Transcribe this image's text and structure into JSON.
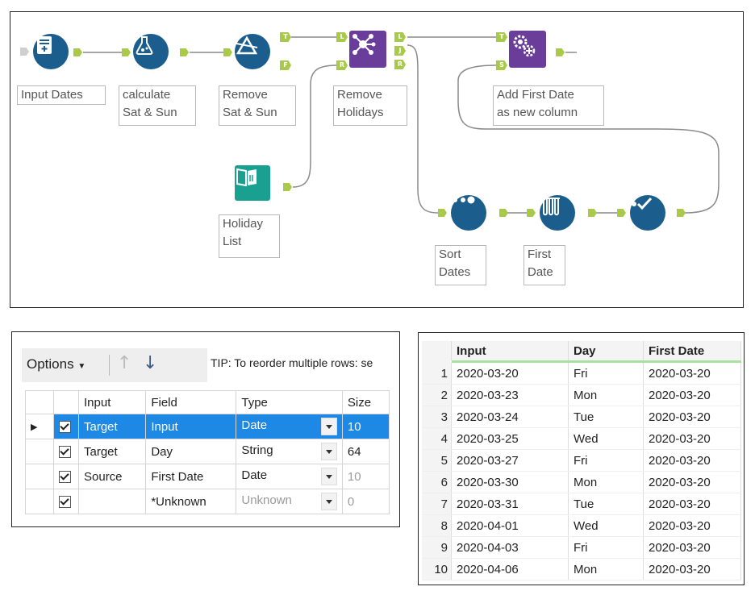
{
  "workflow": {
    "tools": [
      {
        "id": "input",
        "label": "Input Dates",
        "icon": "book-input-icon"
      },
      {
        "id": "formula",
        "label": "calculate\nSat & Sun",
        "icon": "flask-icon"
      },
      {
        "id": "filter",
        "label": "Remove\nSat & Sun",
        "icon": "filter-triangle-icon"
      },
      {
        "id": "join",
        "label": "Remove\nHolidays",
        "icon": "join-network-icon"
      },
      {
        "id": "append",
        "label": "Add First Date\nas new column",
        "icon": "gears-icon"
      },
      {
        "id": "text",
        "label": "Holiday\nList",
        "icon": "open-book-icon"
      },
      {
        "id": "sort",
        "label": "Sort\nDates",
        "icon": "dots-icon"
      },
      {
        "id": "sample",
        "label": "First\nDate",
        "icon": "test-tubes-icon"
      },
      {
        "id": "select",
        "label": "",
        "icon": "checkmark-icon"
      }
    ],
    "anchors": {
      "t": "T",
      "f": "F",
      "l": "L",
      "r": "R",
      "j": "J",
      "s": "S"
    }
  },
  "config": {
    "options_label": "Options",
    "tip": "TIP: To reorder multiple rows: se",
    "columns": [
      "Input",
      "Field",
      "Type",
      "Size"
    ],
    "rows": [
      {
        "checked": true,
        "input": "Target",
        "field": "Input",
        "type": "Date",
        "size": "10",
        "selected": true,
        "muted": false
      },
      {
        "checked": true,
        "input": "Target",
        "field": "Day",
        "type": "String",
        "size": "64",
        "selected": false,
        "muted": false
      },
      {
        "checked": true,
        "input": "Source",
        "field": "First Date",
        "type": "Date",
        "size": "10",
        "selected": false,
        "muted": "size"
      },
      {
        "checked": true,
        "input": "",
        "field": "*Unknown",
        "type": "Unknown",
        "size": "0",
        "selected": false,
        "muted": "type"
      }
    ]
  },
  "results": {
    "columns": [
      "Input",
      "Day",
      "First Date"
    ],
    "rows": [
      [
        "1",
        "2020-03-20",
        "Fri",
        "2020-03-20"
      ],
      [
        "2",
        "2020-03-23",
        "Mon",
        "2020-03-20"
      ],
      [
        "3",
        "2020-03-24",
        "Tue",
        "2020-03-20"
      ],
      [
        "4",
        "2020-03-25",
        "Wed",
        "2020-03-20"
      ],
      [
        "5",
        "2020-03-27",
        "Fri",
        "2020-03-20"
      ],
      [
        "6",
        "2020-03-30",
        "Mon",
        "2020-03-20"
      ],
      [
        "7",
        "2020-03-31",
        "Tue",
        "2020-03-20"
      ],
      [
        "8",
        "2020-04-01",
        "Wed",
        "2020-03-20"
      ],
      [
        "9",
        "2020-04-03",
        "Fri",
        "2020-03-20"
      ],
      [
        "10",
        "2020-04-06",
        "Mon",
        "2020-03-20"
      ]
    ]
  }
}
